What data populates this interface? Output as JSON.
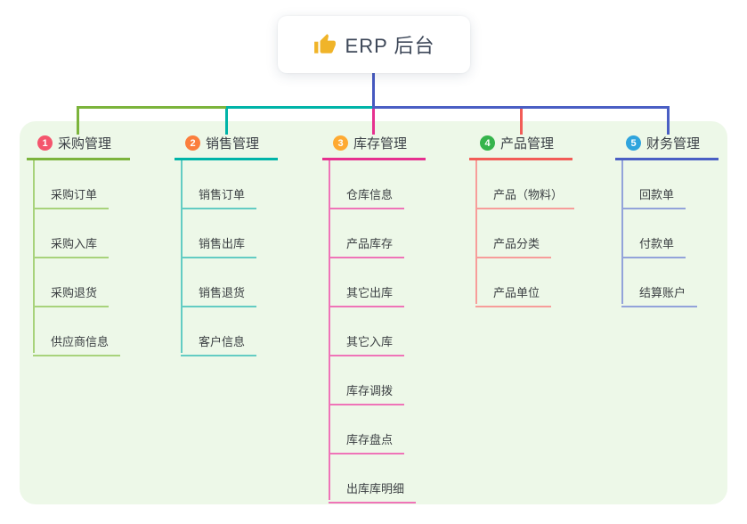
{
  "root": {
    "label": "ERP 后台",
    "icon": "thumbs-up",
    "icon_color": "#f0b429",
    "card_background": "#ffffff",
    "text_color": "#3d4758"
  },
  "canvas": {
    "background": "#ffffff",
    "panel_background": "#edf8e8"
  },
  "connector": {
    "trunk_color": "#4659c0"
  },
  "branches": [
    {
      "num": "1",
      "label": "采购管理",
      "badge_color": "#f4556d",
      "line_color": "#7cb43c",
      "child_line_color": "#a8d37b",
      "children": [
        "采购订单",
        "采购入库",
        "采购退货",
        "供应商信息"
      ]
    },
    {
      "num": "2",
      "label": "销售管理",
      "badge_color": "#fb7e3d",
      "line_color": "#00b4a8",
      "child_line_color": "#63ccc3",
      "children": [
        "销售订单",
        "销售出库",
        "销售退货",
        "客户信息"
      ]
    },
    {
      "num": "3",
      "label": "库存管理",
      "badge_color": "#feaa32",
      "line_color": "#e6308f",
      "child_line_color": "#ef74b8",
      "children": [
        "仓库信息",
        "产品库存",
        "其它出库",
        "其它入库",
        "库存调拨",
        "库存盘点",
        "出库库明细"
      ]
    },
    {
      "num": "4",
      "label": "产品管理",
      "badge_color": "#35b44b",
      "line_color": "#f25c57",
      "child_line_color": "#f79d9a",
      "children": [
        "产品（物料）",
        "产品分类",
        "产品单位"
      ]
    },
    {
      "num": "5",
      "label": "财务管理",
      "badge_color": "#2fa4dd",
      "line_color": "#4a5fc4",
      "child_line_color": "#93a3da",
      "children": [
        "回款单",
        "付款单",
        "结算账户"
      ]
    }
  ]
}
